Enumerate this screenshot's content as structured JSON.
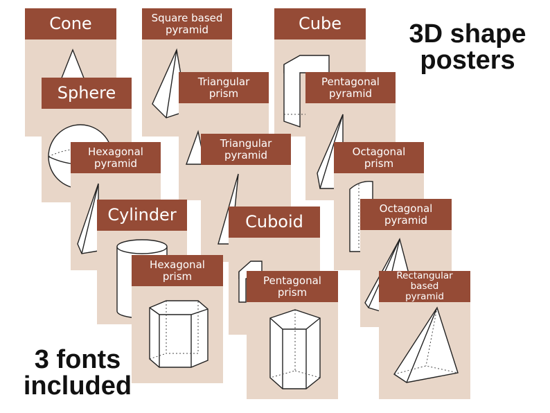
{
  "headline": "3D shape\nposters",
  "footer": "3 fonts\nincluded",
  "colors": {
    "banner": "#954b36",
    "card": "#e8d6c8",
    "text": "#111111"
  },
  "posters": [
    {
      "id": "cone",
      "label": "Cone"
    },
    {
      "id": "square-pyramid",
      "label": "Square based\npyramid"
    },
    {
      "id": "cube",
      "label": "Cube"
    },
    {
      "id": "sphere",
      "label": "Sphere"
    },
    {
      "id": "triangular-prism",
      "label": "Triangular\nprism"
    },
    {
      "id": "pentagonal-pyramid",
      "label": "Pentagonal\npyramid"
    },
    {
      "id": "hexagonal-pyramid",
      "label": "Hexagonal\npyramid"
    },
    {
      "id": "triangular-pyramid",
      "label": "Triangular\npyramid"
    },
    {
      "id": "octagonal-prism",
      "label": "Octagonal\nprism"
    },
    {
      "id": "cylinder",
      "label": "Cylinder"
    },
    {
      "id": "cuboid",
      "label": "Cuboid"
    },
    {
      "id": "octagonal-pyramid",
      "label": "Octagonal\npyramid"
    },
    {
      "id": "hexagonal-prism",
      "label": "Hexagonal\nprism"
    },
    {
      "id": "pentagonal-prism",
      "label": "Pentagonal\nprism"
    },
    {
      "id": "rectangular-pyramid",
      "label": "Rectangular based\npyramid"
    }
  ]
}
